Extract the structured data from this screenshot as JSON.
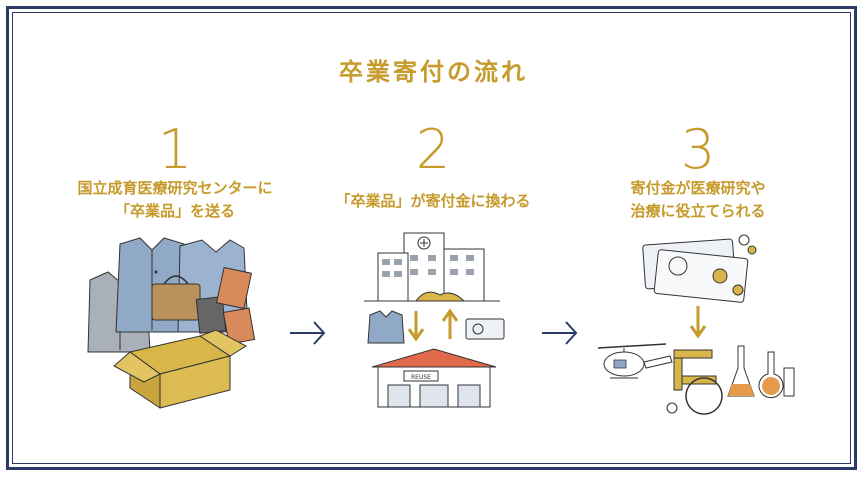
{
  "title": "卒業寄付の流れ",
  "steps": [
    {
      "number": "1",
      "line1": "国立成育医療研究センターに",
      "line2": "「卒業品」を送る"
    },
    {
      "number": "2",
      "line1": "「卒業品」が寄付金に換わる",
      "line2": ""
    },
    {
      "number": "3",
      "line1": "寄付金が医療研究や",
      "line2": "治療に役立てられる"
    }
  ],
  "reuse_sign": "REUSE",
  "colors": {
    "accent": "#c69a2b",
    "navy": "#2b3a67"
  }
}
